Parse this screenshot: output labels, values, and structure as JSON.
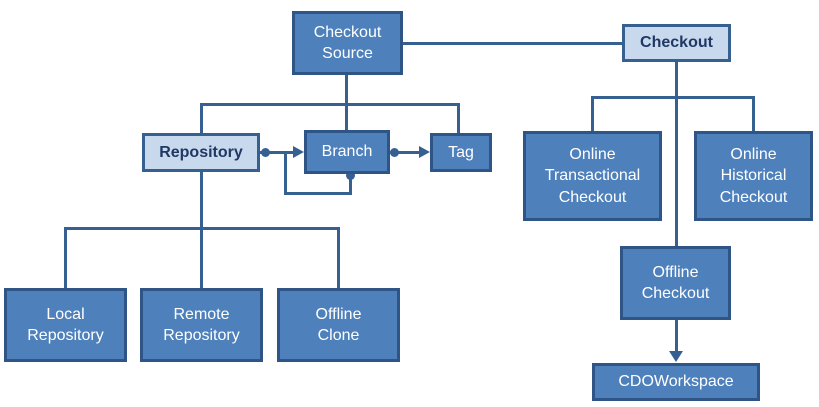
{
  "diagram": {
    "colors": {
      "node_fill_dark": "#4E80BB",
      "node_border_dark": "#2E5586",
      "node_fill_light": "#C9D9ED",
      "node_border_light": "#36608F",
      "node_text_on_dark": "#FFFFFF",
      "node_text_on_light": "#1F3864",
      "edge": "#376092",
      "background": "#FFFFFF"
    },
    "nodes": {
      "checkout_source": {
        "label": "Checkout Source",
        "style": "dark"
      },
      "checkout": {
        "label": "Checkout",
        "style": "light"
      },
      "repository": {
        "label": "Repository",
        "style": "light"
      },
      "branch": {
        "label": "Branch",
        "style": "dark"
      },
      "tag": {
        "label": "Tag",
        "style": "dark"
      },
      "local_repository": {
        "label": "Local Repository",
        "style": "dark"
      },
      "remote_repository": {
        "label": "Remote Repository",
        "style": "dark"
      },
      "offline_clone": {
        "label": "Offline Clone",
        "style": "dark"
      },
      "online_transactional_checkout": {
        "label": "Online Transactional Checkout",
        "style": "dark"
      },
      "online_historical_checkout": {
        "label": "Online Historical Checkout",
        "style": "dark"
      },
      "offline_checkout": {
        "label": "Offline Checkout",
        "style": "dark"
      },
      "cdo_workspace": {
        "label": "CDOWorkspace",
        "style": "dark"
      }
    },
    "edges": [
      {
        "from": "checkout_source",
        "to": "checkout",
        "type": "association-line"
      },
      {
        "from": "checkout_source",
        "to": "repository",
        "type": "tree-branch"
      },
      {
        "from": "checkout_source",
        "to": "branch",
        "type": "tree-branch"
      },
      {
        "from": "checkout_source",
        "to": "tag",
        "type": "tree-branch"
      },
      {
        "from": "repository",
        "to": "branch",
        "type": "dot-to-arrow"
      },
      {
        "from": "branch",
        "to": "branch",
        "type": "dot-to-arrow-self-loop"
      },
      {
        "from": "branch",
        "to": "tag",
        "type": "dot-to-arrow"
      },
      {
        "from": "repository",
        "to": "local_repository",
        "type": "tree-branch"
      },
      {
        "from": "repository",
        "to": "remote_repository",
        "type": "tree-branch"
      },
      {
        "from": "repository",
        "to": "offline_clone",
        "type": "tree-branch"
      },
      {
        "from": "checkout",
        "to": "online_transactional_checkout",
        "type": "tree-branch"
      },
      {
        "from": "checkout",
        "to": "online_historical_checkout",
        "type": "tree-branch"
      },
      {
        "from": "checkout",
        "to": "offline_checkout",
        "type": "tree-branch"
      },
      {
        "from": "offline_checkout",
        "to": "cdo_workspace",
        "type": "arrow-down"
      }
    ]
  }
}
